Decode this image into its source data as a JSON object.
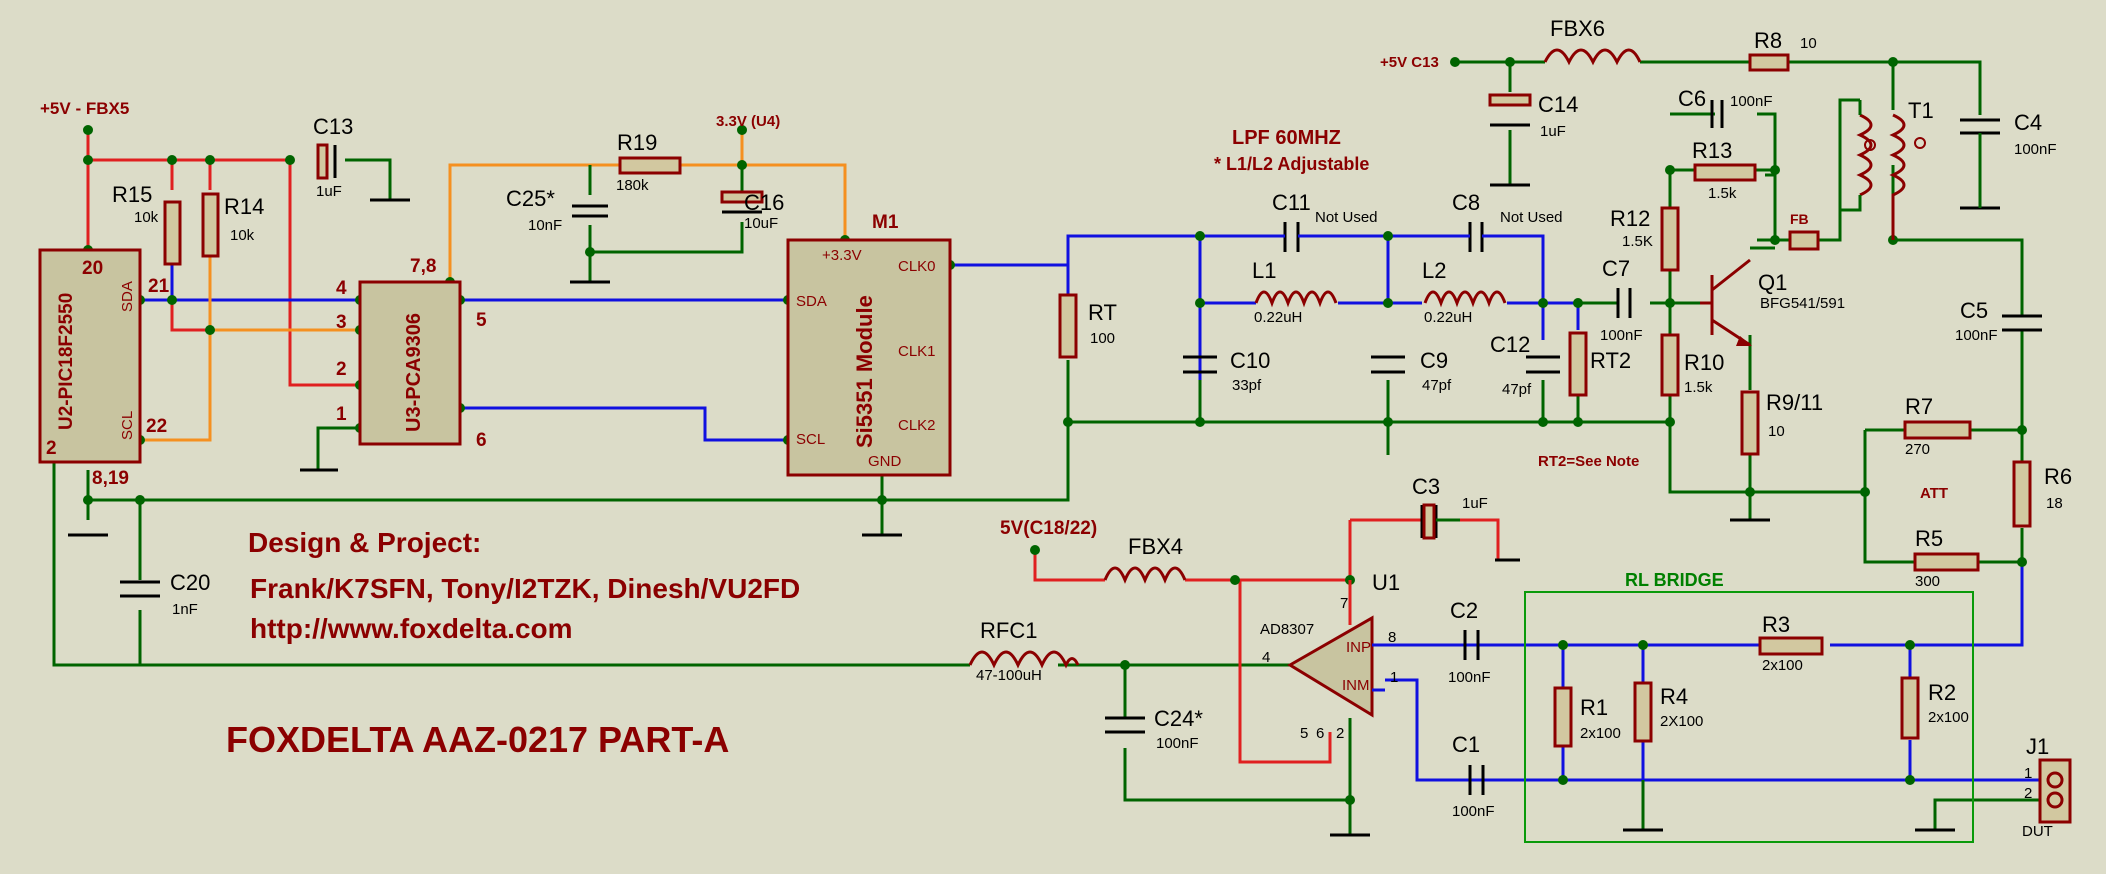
{
  "notes": {
    "lpf_title": "LPF 60MHZ",
    "lpf_adjust": "* L1/L2 Adjustable",
    "rl_bridge": "RL BRIDGE",
    "att": "ATT",
    "rt2_note": "RT2=See Note",
    "design_heading": "Design & Project:",
    "authors": "Frank/K7SFN, Tony/I2TZK, Dinesh/VU2FD",
    "website": "http://www.foxdelta.com",
    "board_title": "FOXDELTA  AAZ-0217 PART-A"
  },
  "power": {
    "fbx5": "+5V - FBX5",
    "u4": "3.3V (U4)",
    "c13": "+5V C13",
    "c18_22": "5V(C18/22)"
  },
  "ics": {
    "u2": {
      "name": "U2-PIC18F2550",
      "sda": "SDA",
      "scl": "SCL",
      "p20": "20",
      "p21": "21",
      "p22": "22",
      "p2": "2",
      "p819": "8,19"
    },
    "u3": {
      "name": "U3-PCA9306",
      "p78": "7,8",
      "p4": "4",
      "p3": "3",
      "p2": "2",
      "p1": "1",
      "p5": "5",
      "p6": "6"
    },
    "m1": {
      "ref": "M1",
      "name": "Si5351 Module",
      "v33": "+3.3V",
      "sda": "SDA",
      "scl": "SCL",
      "clk0": "CLK0",
      "clk1": "CLK1",
      "clk2": "CLK2",
      "gnd": "GND"
    },
    "u1": {
      "ref": "U1",
      "name": "AD8307",
      "inp": "INP",
      "inm": "INM",
      "p7": "7",
      "p8": "8",
      "p4": "4",
      "p1": "1",
      "p5": "5",
      "p6": "6",
      "p2": "2"
    },
    "q1": {
      "ref": "Q1",
      "name": "BFG541/591"
    },
    "j1": {
      "ref": "J1",
      "name": "DUT",
      "p1": "1",
      "p2": "2"
    }
  },
  "parts": {
    "c13": {
      "ref": "C13",
      "val": "1uF"
    },
    "r15": {
      "ref": "R15",
      "val": "10k"
    },
    "r14": {
      "ref": "R14",
      "val": "10k"
    },
    "r19": {
      "ref": "R19",
      "val": "180k"
    },
    "c25": {
      "ref": "C25*",
      "val": "10nF"
    },
    "c16": {
      "ref": "C16",
      "val": "10uF"
    },
    "rt": {
      "ref": "RT",
      "val": "100"
    },
    "c11": {
      "ref": "C11",
      "val": "Not Used"
    },
    "c8": {
      "ref": "C8",
      "val": "Not Used"
    },
    "l1": {
      "ref": "L1",
      "val": "0.22uH"
    },
    "l2": {
      "ref": "L2",
      "val": "0.22uH"
    },
    "c10": {
      "ref": "C10",
      "val": "33pf"
    },
    "c9": {
      "ref": "C9",
      "val": "47pf"
    },
    "c12": {
      "ref": "C12",
      "val": "47pf"
    },
    "rt2": {
      "ref": "RT2",
      "val": ""
    },
    "c7": {
      "ref": "C7",
      "val": "100nF"
    },
    "c6": {
      "ref": "C6",
      "val": "100nF"
    },
    "r13": {
      "ref": "R13",
      "val": "1.5k"
    },
    "r12": {
      "ref": "R12",
      "val": "1.5K"
    },
    "r10": {
      "ref": "R10",
      "val": "1.5k"
    },
    "r911": {
      "ref": "R9/11",
      "val": "10"
    },
    "fbx6": {
      "ref": "FBX6",
      "val": ""
    },
    "r8": {
      "ref": "R8",
      "val": "10"
    },
    "c14": {
      "ref": "C14",
      "val": "1uF"
    },
    "t1": {
      "ref": "T1",
      "val": ""
    },
    "fb": {
      "ref": "FB",
      "val": ""
    },
    "c4": {
      "ref": "C4",
      "val": "100nF"
    },
    "c5": {
      "ref": "C5",
      "val": "100nF"
    },
    "r7": {
      "ref": "R7",
      "val": "270"
    },
    "r6": {
      "ref": "R6",
      "val": "18"
    },
    "r5": {
      "ref": "R5",
      "val": "300"
    },
    "c20": {
      "ref": "C20",
      "val": "1nF"
    },
    "rfc1": {
      "ref": "RFC1",
      "val": "47-100uH"
    },
    "fbx4": {
      "ref": "FBX4",
      "val": ""
    },
    "c3": {
      "ref": "C3",
      "val": "1uF"
    },
    "c24": {
      "ref": "C24*",
      "val": "100nF"
    },
    "c2": {
      "ref": "C2",
      "val": "100nF"
    },
    "c1": {
      "ref": "C1",
      "val": "100nF"
    },
    "r3": {
      "ref": "R3",
      "val": "2x100"
    },
    "r1": {
      "ref": "R1",
      "val": "2x100"
    },
    "r4": {
      "ref": "R4",
      "val": "2X100"
    },
    "r2": {
      "ref": "R2",
      "val": "2x100"
    }
  }
}
